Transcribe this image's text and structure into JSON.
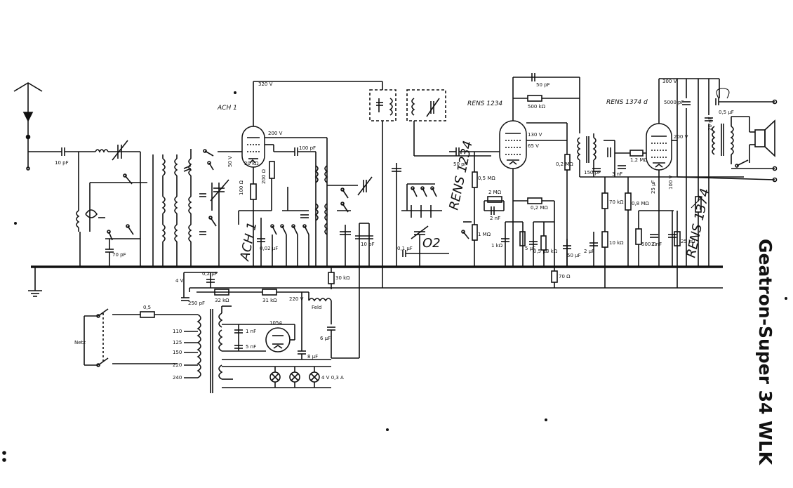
{
  "title": "Geatron-Super 34 WLK",
  "tubes": {
    "ach1": "ACH 1",
    "rens1234": "RENS 1234",
    "rens1374d": "RENS 1374 d",
    "rectifier": "1054"
  },
  "handwritten": {
    "ach1_side": "ACH 1",
    "o2": "O2",
    "rens1234_side": "RENS 1234",
    "rens1374_side": "RENS 1374"
  },
  "voltages": {
    "v320": "320 V",
    "v200a": "200 V",
    "v130": "130 V",
    "v65": "65 V",
    "v300": "300 V",
    "v200b": "200 V",
    "v50": "50 V",
    "v220": "220 V",
    "v100": "100 V",
    "v4": "4 V"
  },
  "components": {
    "c10pf_ant": "10 pF",
    "c70pf": "70 pF",
    "r100": "100 Ω",
    "r200": "200 Ω",
    "r20k": "20 kΩ",
    "c100pf": "100 pF",
    "c002": "0,02 μF",
    "c10pf_if": "10 pF",
    "c01_a": "0,1 μF",
    "c50pf_grid": "50 pF",
    "r05m": "0,5 MΩ",
    "r1m": "1 MΩ",
    "r2m": "2 MΩ",
    "c2nf": "2 nF",
    "r02m": "0,2 MΩ",
    "c5uf": "5 μF",
    "r1k": "1 kΩ",
    "c05uf": "0,5 μF",
    "r3k": "3 kΩ",
    "c50uf": "50 μF",
    "c50pf_top": "50 pF",
    "r500k": "500 kΩ",
    "r02mb": "0,2 MΩ",
    "c150pf": "150 pF",
    "c3nf": "3 nF",
    "r12m": "1,2 MΩ",
    "r70k": "70 kΩ",
    "r08m": "0,8 MΩ",
    "c2uf": "2 μF",
    "r10k": "10 kΩ",
    "r70": "70 Ω",
    "c5000pf": "5000 pF",
    "r500": "500 Ω",
    "c25uf": "25 μF",
    "c2nf_b": "2 nF",
    "r25k": "25 kΩ",
    "c20nf": "20 nF",
    "c05uf_top": "0,5 μF",
    "c02uf": "0,2 μF",
    "r32k": "32 kΩ",
    "r31k": "31 kΩ",
    "c250pf": "250 pF",
    "r30k": "30 kΩ",
    "feld": "Feld",
    "c6uf": "6 μF",
    "c1nf": "1 nF",
    "c5nf": "5 nF",
    "c8uf": "8 μF",
    "fuse": "0,5",
    "lamps": "4 V 0,3 A",
    "mains": "Netz"
  },
  "mains_taps": [
    "110",
    "125",
    "150",
    "220",
    "240"
  ]
}
